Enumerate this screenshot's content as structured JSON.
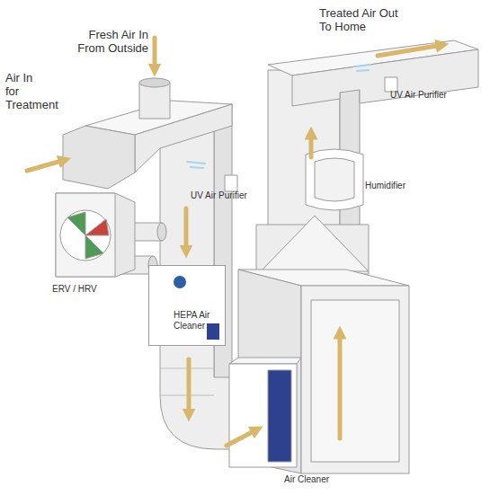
{
  "diagram": {
    "nodes": [
      {
        "text": [
          "HEPA Air Cleaner"
        ]
      }
    ],
    "labels": [
      "Fresh Air In From Outside",
      "Treated Air Out To Home",
      "Air In for Treatment",
      "UV Air Purifier",
      "UV Air Purifier",
      "Humidifier",
      "ERV / HRV",
      "Air Cleaner"
    ]
  }
}
